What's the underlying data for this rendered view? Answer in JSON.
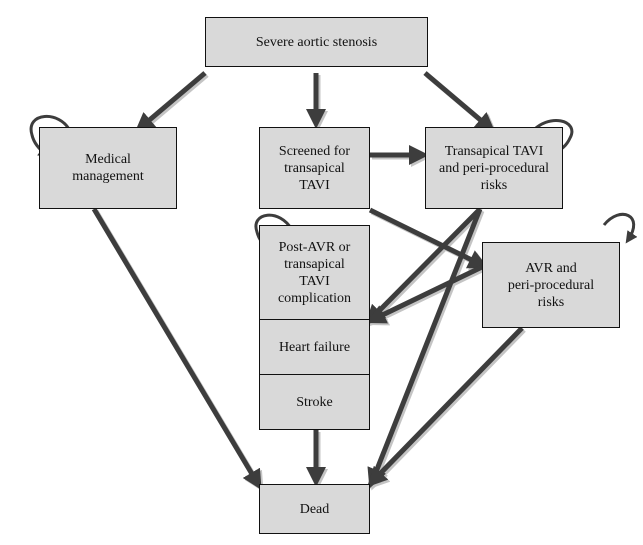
{
  "diagram": {
    "type": "state-transition flowchart (Markov model)",
    "colors": {
      "box_fill": "#d9d9d9",
      "box_border": "#111111",
      "arrow": "#3d3d3d",
      "arrow_shadow": "#bdbdbd",
      "text": "#111111",
      "background": "#ffffff"
    },
    "nodes": [
      {
        "id": "severe",
        "label": "Severe aortic stenosis",
        "self_loop": false
      },
      {
        "id": "medical",
        "label": "Medical\nmanagement",
        "self_loop": true
      },
      {
        "id": "screened",
        "label": "Screened for\ntransapical\nTAVI",
        "self_loop": false
      },
      {
        "id": "tavi",
        "label": "Transapical TAVI\nand peri-procedural\nrisks",
        "self_loop": true
      },
      {
        "id": "post",
        "label": "Post-AVR or\ntransapical\nTAVI\ncomplication",
        "self_loop": true
      },
      {
        "id": "heart",
        "label": "Heart failure",
        "self_loop": false
      },
      {
        "id": "stroke",
        "label": "Stroke",
        "self_loop": false
      },
      {
        "id": "avr",
        "label": "AVR and\nperi-procedural\nrisks",
        "self_loop": true
      },
      {
        "id": "dead",
        "label": "Dead",
        "self_loop": false
      }
    ],
    "edges": [
      {
        "from": "severe",
        "to": "medical"
      },
      {
        "from": "severe",
        "to": "screened"
      },
      {
        "from": "severe",
        "to": "tavi"
      },
      {
        "from": "screened",
        "to": "tavi"
      },
      {
        "from": "screened",
        "to": "avr"
      },
      {
        "from": "tavi",
        "to": "post"
      },
      {
        "from": "tavi",
        "to": "dead"
      },
      {
        "from": "avr",
        "to": "post"
      },
      {
        "from": "avr",
        "to": "dead"
      },
      {
        "from": "medical",
        "to": "dead"
      },
      {
        "from": "stroke",
        "to": "dead"
      }
    ]
  }
}
